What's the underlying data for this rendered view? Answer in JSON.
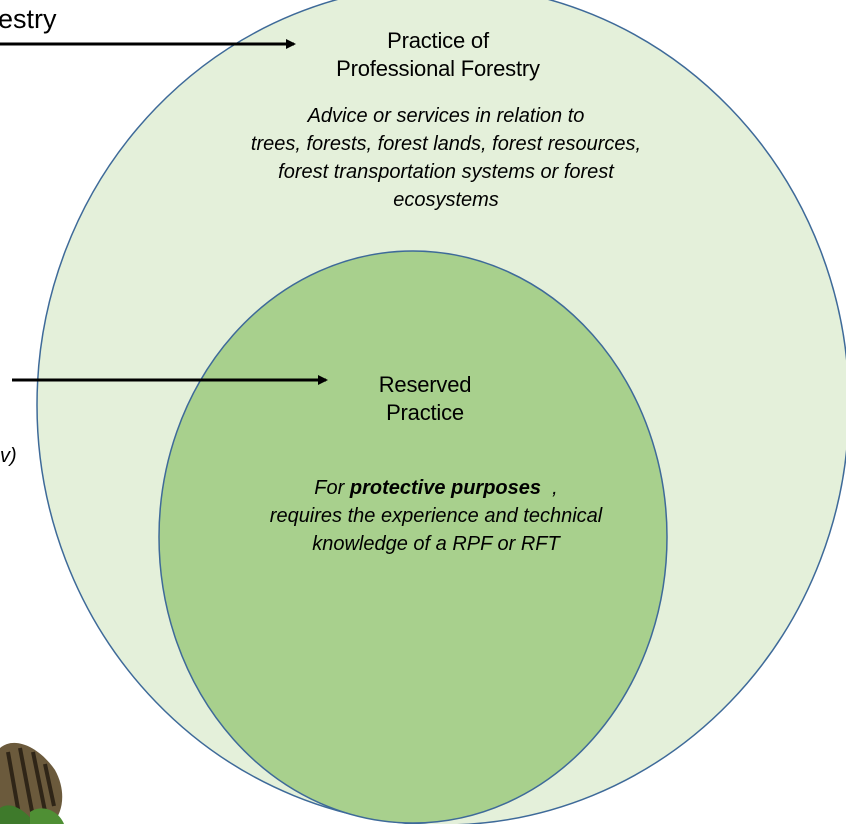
{
  "outer": {
    "title_line1": "Practice of",
    "title_line2": "Professional Forestry",
    "description_line1": "Advice or services in relation to",
    "description_line2": "trees, forests, forest lands, forest resources,",
    "description_line3": "forest transportation systems or forest",
    "description_line4": "ecosystems"
  },
  "inner": {
    "title_line1": "Reserved",
    "title_line2": "Practice",
    "description_prefix": "For ",
    "description_highlight": "protective purposes",
    "description_suffix": "  ,",
    "description_line2": "requires the experience and technical",
    "description_line3": "knowledge of a RPF or RFT"
  },
  "cropped_left": {
    "top_label_fragment": "estry",
    "italic_fragment": "v)"
  },
  "colors": {
    "outer_fill": "#e4f0da",
    "inner_fill": "#a8d08d",
    "circle_stroke": "#3e6a99",
    "arrow": "#000000"
  }
}
